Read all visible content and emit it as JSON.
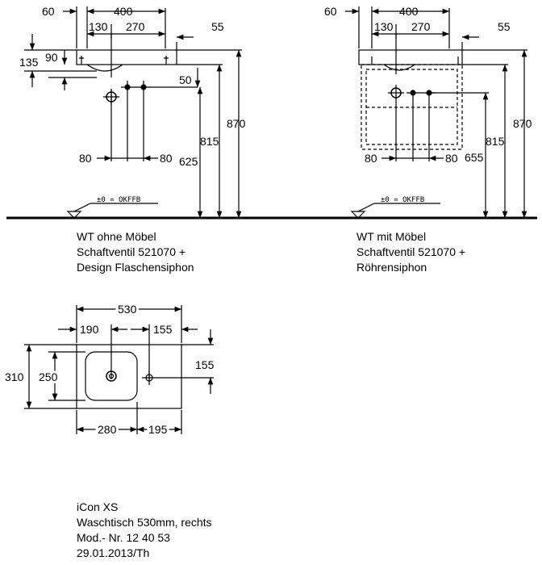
{
  "left_elevation": {
    "dims": {
      "d60": "60",
      "d400": "400",
      "d130": "130",
      "d270": "270",
      "d55": "55",
      "d135": "135",
      "d90": "90",
      "d50": "50",
      "d80a": "80",
      "d80b": "80",
      "d625": "625",
      "d815": "815",
      "d870": "870"
    },
    "floor_label": "±0 = OKFFB",
    "caption": [
      "WT ohne Möbel",
      "Schaftventil 521070 +",
      "Design Flaschensiphon"
    ]
  },
  "right_elevation": {
    "dims": {
      "d60": "60",
      "d400": "400",
      "d130": "130",
      "d270": "270",
      "d55": "55",
      "d80a": "80",
      "d80b": "80",
      "d655": "655",
      "d815": "815",
      "d870": "870"
    },
    "floor_label": "±0 = OKFFB",
    "caption": [
      "WT mit Möbel",
      "Schaftventil 521070 +",
      "Röhrensiphon"
    ]
  },
  "plan_view": {
    "dims": {
      "d530": "530",
      "d190": "190",
      "d155a": "155",
      "d155b": "155",
      "d310": "310",
      "d250": "250",
      "d280": "280",
      "d195": "195"
    }
  },
  "title_block": [
    "iCon XS",
    "Waschtisch 530mm, rechts",
    "Mod.- Nr. 12 40 53",
    "29.01.2013/Th"
  ]
}
